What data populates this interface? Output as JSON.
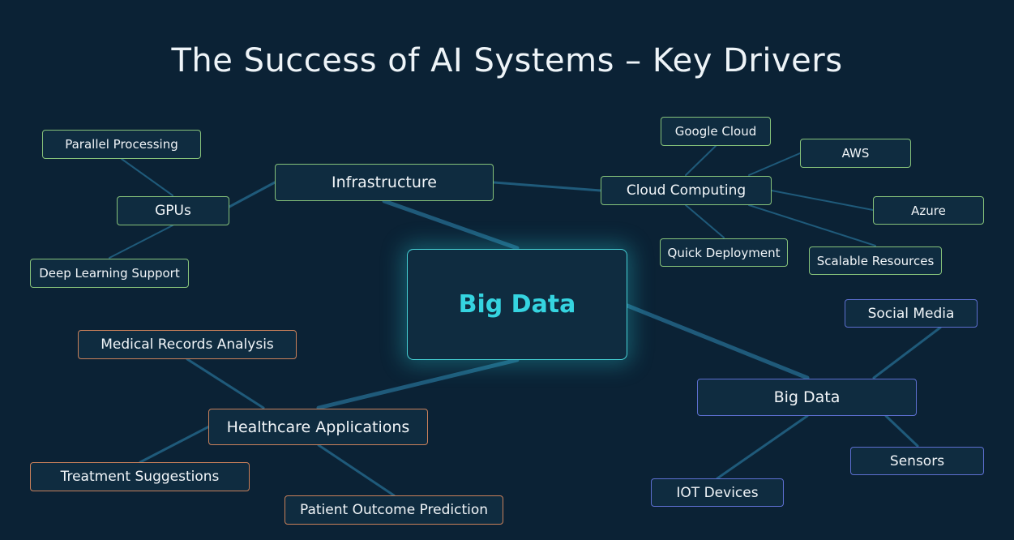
{
  "diagram": {
    "title": "The Success of AI Systems – Key Drivers",
    "center": "Big Data",
    "branches": [
      {
        "label": "Infrastructure",
        "children": [
          {
            "label": "GPUs",
            "children": [
              "Parallel Processing",
              "Deep Learning Support"
            ]
          },
          {
            "label": "Cloud Computing",
            "children": [
              "Google Cloud",
              "AWS",
              "Azure",
              "Scalable Resources",
              "Quick Deployment"
            ]
          }
        ]
      },
      {
        "label": "Big Data",
        "children": [
          "Social Media",
          "Sensors",
          "IOT Devices"
        ]
      },
      {
        "label": "Healthcare Applications",
        "children": [
          "Medical Records Analysis",
          "Treatment Suggestions",
          "Patient Outcome Prediction"
        ]
      }
    ]
  },
  "colors": {
    "background": "#0b2235",
    "center_border": "#47d3d8",
    "center_text": "#35d4e0",
    "infrastructure_border": "#86c27a",
    "healthcare_border": "#c9805a",
    "bigdata_border": "#5d6fd0",
    "link": "#1f5a7a"
  }
}
